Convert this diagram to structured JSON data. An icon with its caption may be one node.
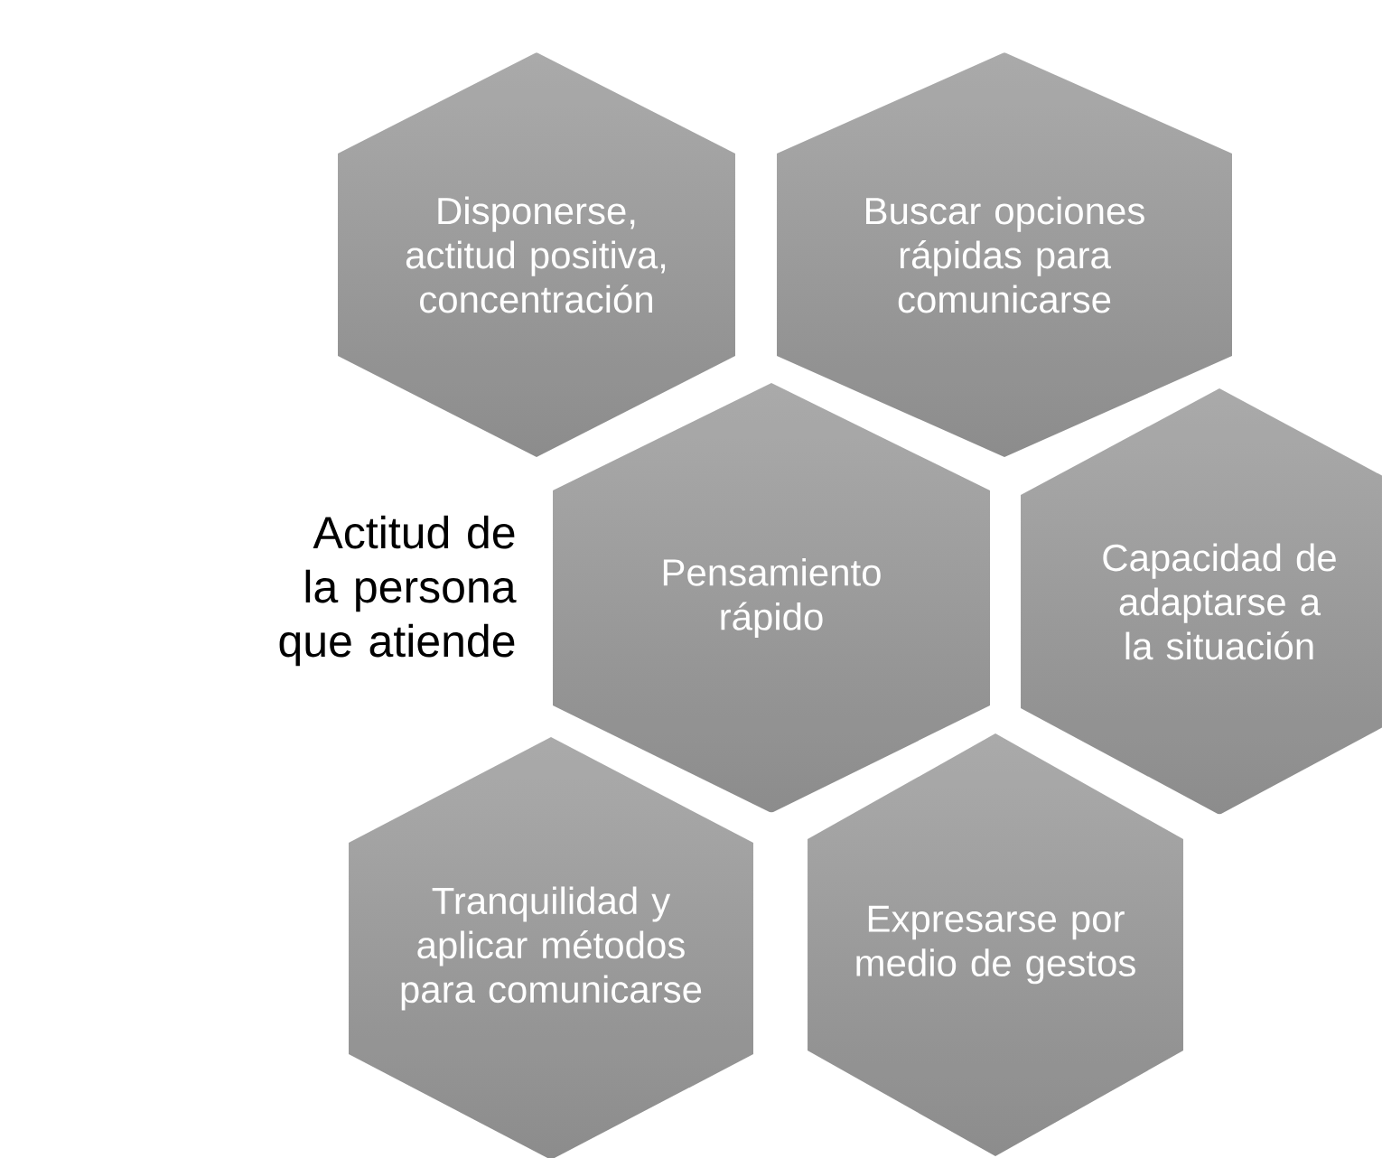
{
  "diagram": {
    "nodes": [
      {
        "text": [
          "Disponerse, actitud positiva, concentración"
        ]
      },
      {
        "text": [
          "Buscar opciones rápidas para comunicarse"
        ]
      },
      {
        "text": [
          "Pensamiento rápido"
        ]
      },
      {
        "text": [
          "Capacidad de adaptarse a la situación"
        ]
      },
      {
        "text": [
          "Tranquilidad y aplicar métodos para comunicarse"
        ]
      },
      {
        "text": [
          "Expresarse por medio de gestos"
        ]
      }
    ],
    "labels": [
      "Actitud de la persona que atiende"
    ]
  }
}
